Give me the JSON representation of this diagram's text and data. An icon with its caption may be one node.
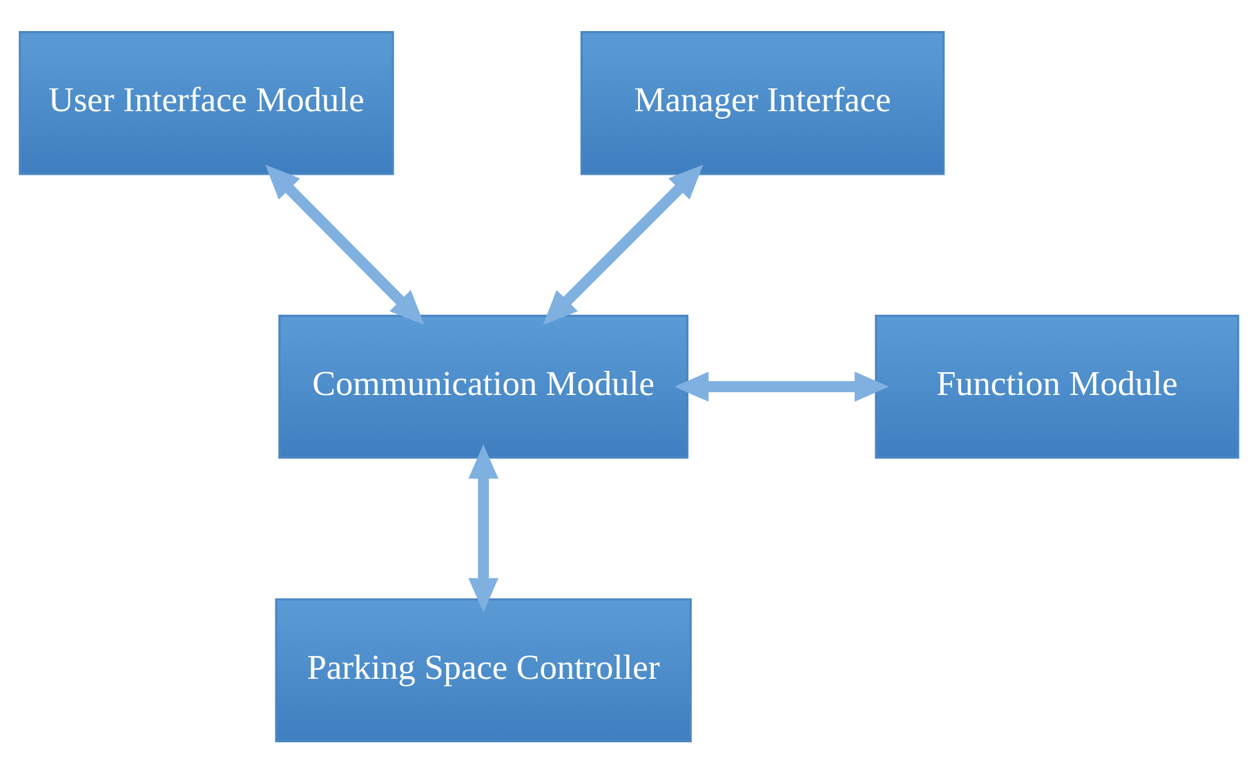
{
  "diagram": {
    "nodes": [
      {
        "text": [
          "User Interface Module"
        ]
      },
      {
        "text": [
          "Manager Interface"
        ]
      },
      {
        "text": [
          "Communication Module"
        ]
      },
      {
        "text": [
          "Function Module"
        ]
      },
      {
        "text": [
          "Parking Space Controller"
        ]
      }
    ],
    "edges": [
      {
        "from": 0,
        "to": 2,
        "arrow": "both"
      },
      {
        "from": 2,
        "to": 1,
        "arrow": "both"
      },
      {
        "from": 2,
        "to": 3,
        "arrow": "both"
      },
      {
        "from": 2,
        "to": 4,
        "arrow": "both"
      }
    ]
  }
}
